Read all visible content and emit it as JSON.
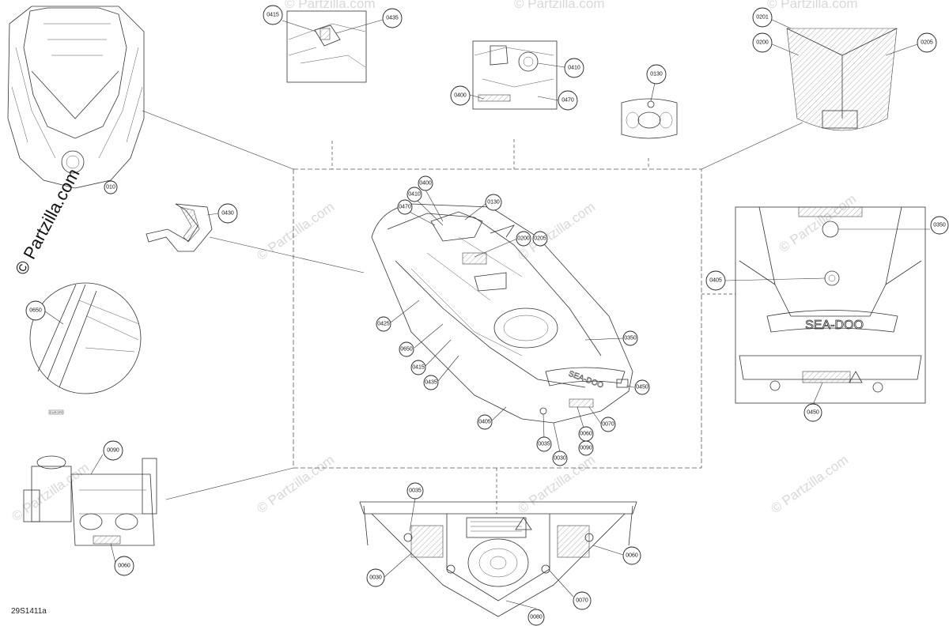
{
  "copyright_text": "© Partzilla.com",
  "watermark_text": "© Partzilla.com",
  "reference_code": "29S1411a",
  "small_tag": "EUROPE",
  "accent_color": "#222222",
  "callouts": {
    "c0415a": "0415",
    "c0435a": "0435",
    "c0410a": "0410",
    "c0400a": "0400",
    "c0470a": "0470",
    "c0130a": "0130",
    "c0201": "0201",
    "c0200a": "0200",
    "c0205a": "0205",
    "c0400b": "0400",
    "c0410b": "0410",
    "c0470b": "0470",
    "c0130b": "0130",
    "c0200b": "0200",
    "c0205b": "0205",
    "c0425": "0425",
    "c0650b": "0650",
    "c0415b": "0415",
    "c0435b": "0435",
    "c0350b": "0350",
    "c0450b": "0450",
    "c0405b": "0405",
    "c0035b": "0035",
    "c0030b": "0030",
    "c0060b": "0060",
    "c0090b": "0090",
    "c0070b": "0070",
    "c0430": "0430",
    "c0650a": "0650",
    "c0350a": "0350",
    "c0405a": "0405",
    "c0450a": "0450",
    "c0090a": "0090",
    "c0060a": "0060",
    "c0035a": "0035",
    "c0060c": "0060",
    "c0030a": "0030",
    "c0070a": "0070",
    "c0080": "0080",
    "c010x": "010"
  }
}
